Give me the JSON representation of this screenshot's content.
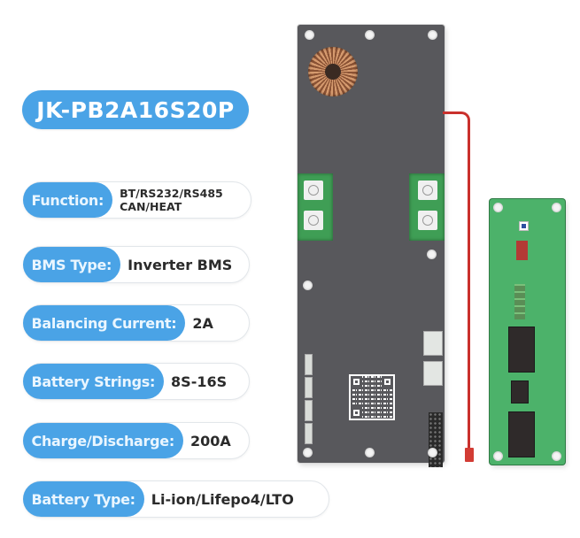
{
  "product": {
    "model": "JK-PB2A16S20P"
  },
  "specs": [
    {
      "label": "Function:",
      "value": "BT/RS232/RS485\nCAN/HEAT"
    },
    {
      "label": "BMS Type:",
      "value": "Inverter BMS"
    },
    {
      "label": "Balancing Current:",
      "value": "2A"
    },
    {
      "label": "Battery Strings:",
      "value": "8S-16S"
    },
    {
      "label": "Charge/Discharge:",
      "value": "200A"
    },
    {
      "label": "Battery Type:",
      "value": "Li-ion/Lifepo4/LTO"
    }
  ],
  "colors": {
    "accent": "#4aa3e6",
    "board_main": "#58585c",
    "board_green": "#4cb26a",
    "cable": "#c9302c"
  }
}
